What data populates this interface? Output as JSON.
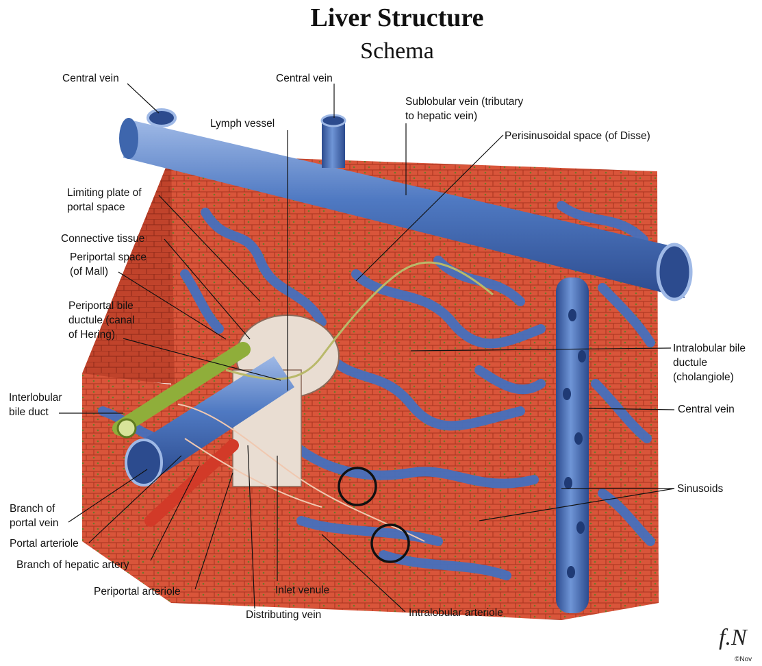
{
  "title": "Liver Structure",
  "subtitle": "Schema",
  "labels": {
    "central_vein_top_left": "Central vein",
    "central_vein_top_center": "Central vein",
    "sublobular_vein": "Sublobular vein (tributary\nto hepatic vein)",
    "lymph_vessel": "Lymph vessel",
    "perisinusoidal_space": "Perisinusoidal space (of Disse)",
    "limiting_plate": "Limiting plate of\nportal space",
    "connective_tissue": "Connective tissue",
    "periportal_space": "Periportal space\n(of Mall)",
    "periportal_bile_ductule": "Periportal bile\nductule (canal\nof Hering)",
    "interlobular_bile_duct": "Interlobular\nbile duct",
    "intralobular_bile_ductule": "Intralobular bile\nductule\n(cholangiole)",
    "central_vein_right": "Central vein",
    "sinusoids": "Sinusoids",
    "branch_portal_vein": "Branch of\nportal vein",
    "portal_arteriole": "Portal arteriole",
    "branch_hepatic_artery": "Branch of hepatic artery",
    "periportal_arteriole": "Periportal arteriole",
    "inlet_venule": "Inlet venule",
    "distributing_vein": "Distributing vein",
    "intralobular_arteriole": "Intralobular arteriole"
  },
  "signature": "©Nov",
  "colors": {
    "tissue": "#d9553a",
    "tissue_dark": "#a8331f",
    "vein": "#4f79c2",
    "vein_dark": "#2c4b8e",
    "vein_light": "#9fb9e6",
    "bile": "#8fae3a",
    "connective": "#e9ddd2"
  }
}
